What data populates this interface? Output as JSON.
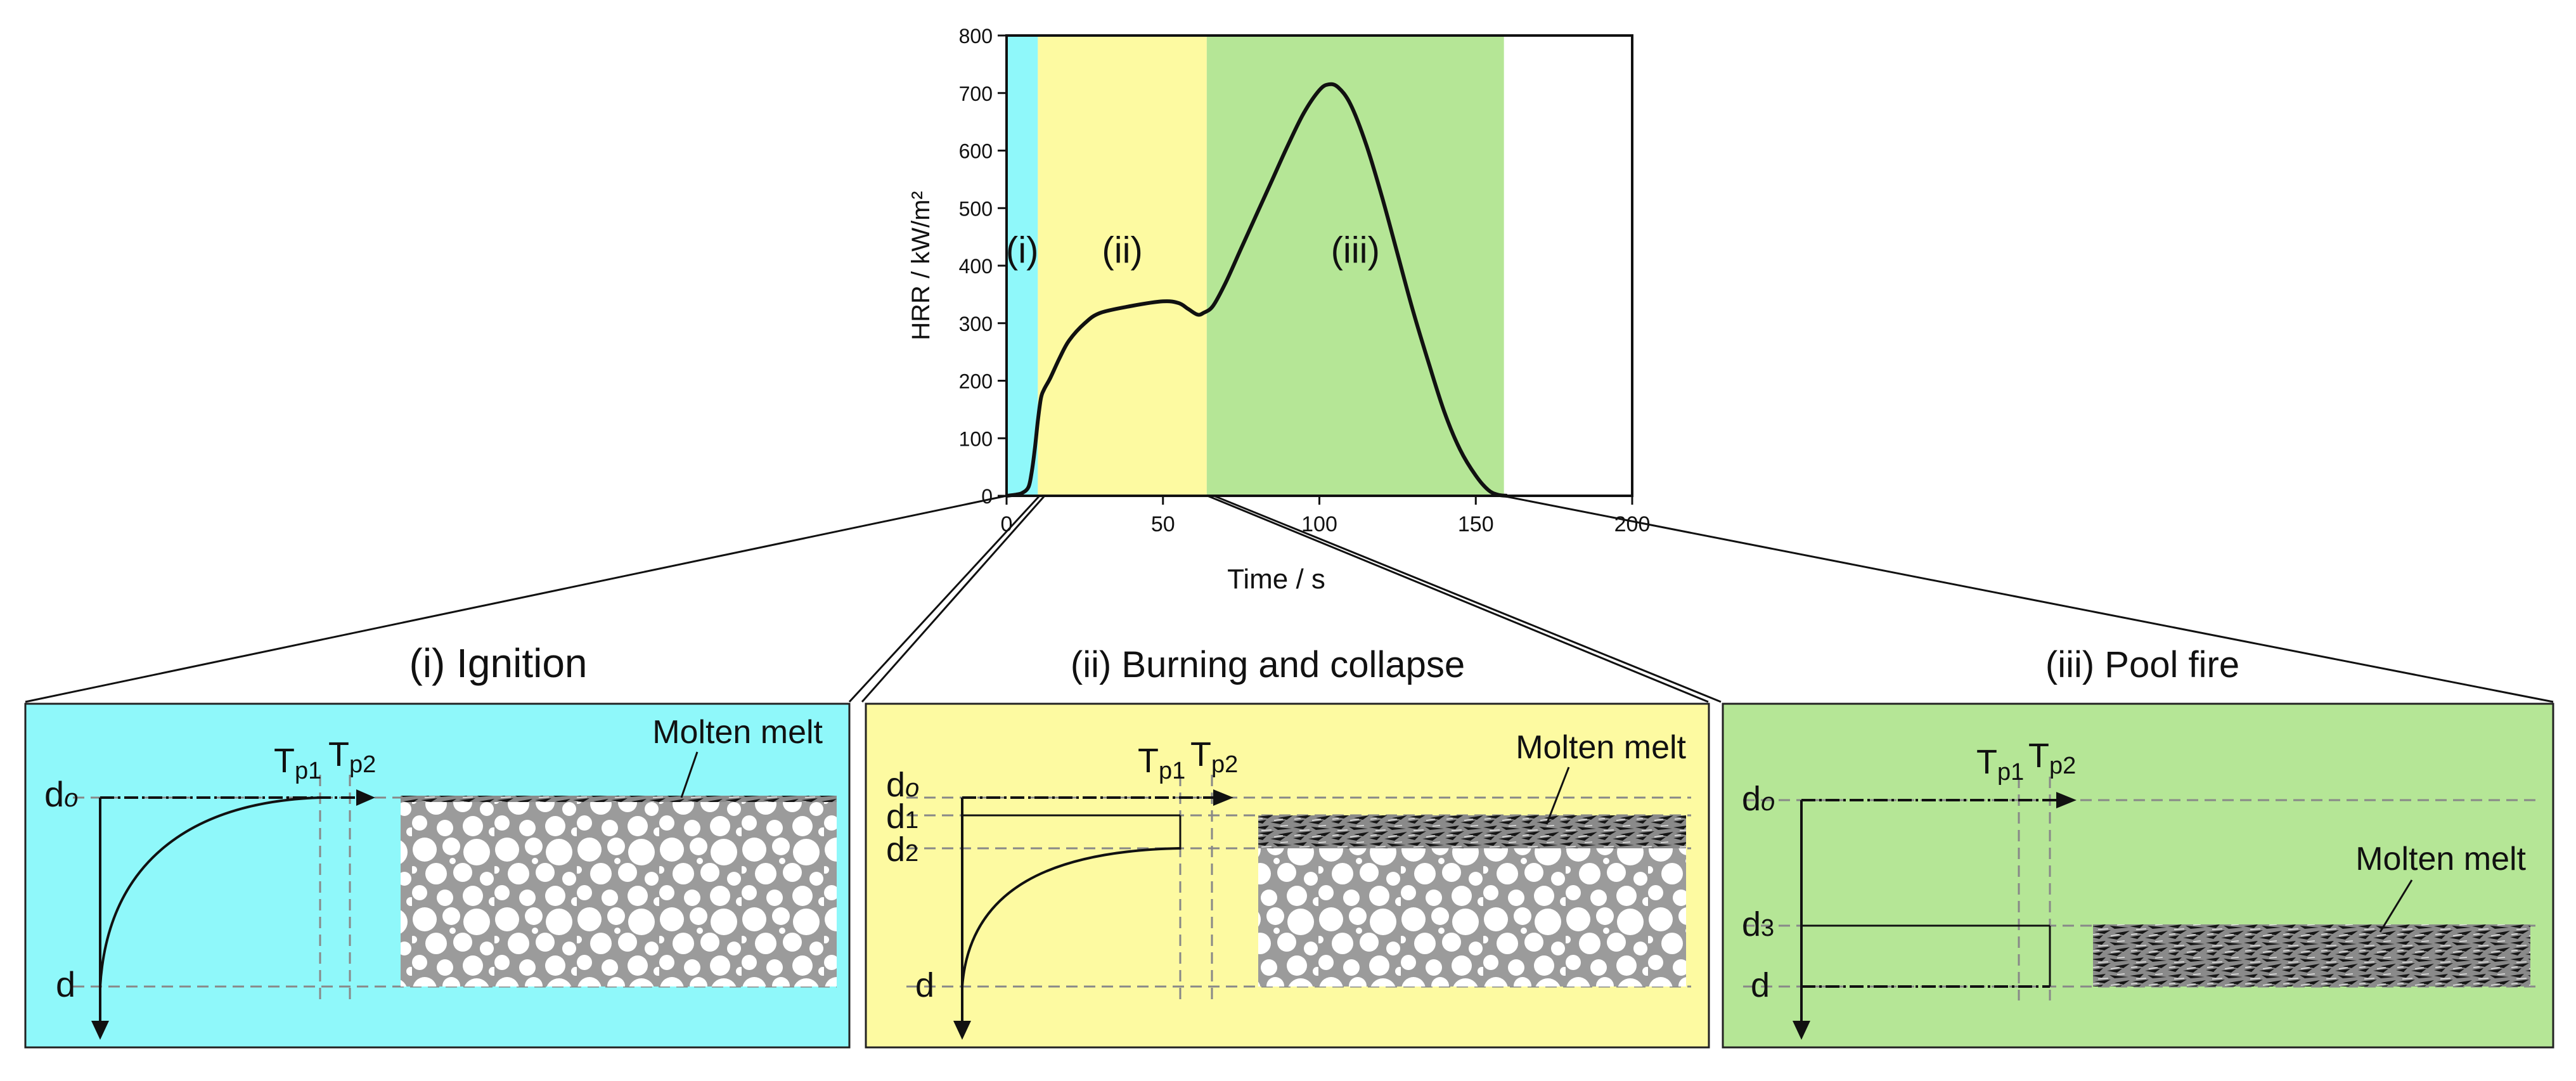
{
  "chart_data": {
    "type": "line",
    "title": "",
    "xlabel": "Time / s",
    "ylabel": "HRR / kW/m²",
    "xlim": [
      0,
      200
    ],
    "ylim": [
      0,
      800
    ],
    "xticks": [
      "0",
      "50",
      "100",
      "150",
      "200"
    ],
    "yticks": [
      "0",
      "100",
      "200",
      "300",
      "400",
      "500",
      "600",
      "700",
      "800"
    ],
    "grid": false,
    "x": [
      0,
      3,
      5,
      7,
      8,
      9,
      10,
      11,
      12,
      14,
      17,
      20,
      25,
      30,
      40,
      50,
      55,
      58,
      61,
      63,
      66,
      70,
      75,
      80,
      85,
      90,
      95,
      100,
      103,
      106,
      110,
      115,
      120,
      125,
      130,
      135,
      140,
      145,
      150,
      154,
      157,
      160
    ],
    "values": [
      0,
      2,
      5,
      15,
      40,
      80,
      130,
      170,
      185,
      205,
      240,
      270,
      300,
      318,
      330,
      338,
      335,
      325,
      315,
      318,
      330,
      370,
      430,
      490,
      550,
      610,
      665,
      705,
      715,
      710,
      680,
      610,
      520,
      420,
      320,
      230,
      145,
      80,
      35,
      10,
      2,
      0
    ],
    "regions": [
      {
        "label": "(i)",
        "from": 0,
        "to": 10,
        "color": "#8ff8fa"
      },
      {
        "label": "(ii)",
        "from": 10,
        "to": 64,
        "color": "#fdfaa1"
      },
      {
        "label": "(iii)",
        "from": 64,
        "to": 159,
        "color": "#b5e696"
      }
    ]
  },
  "panels": [
    {
      "title": "(i) Ignition",
      "bg": "#8ff8fa",
      "tp1": "T",
      "tp1_sub": "p1",
      "tp2": "T",
      "tp2_sub": "p2",
      "labels": [
        "d",
        "d"
      ],
      "label_subs": [
        "o",
        ""
      ],
      "melt_label": "Molten melt"
    },
    {
      "title": "(ii) Burning and collapse",
      "bg": "#fdfaa1",
      "tp1": "T",
      "tp1_sub": "p1",
      "tp2": "T",
      "tp2_sub": "p2",
      "labels": [
        "d",
        "d",
        "d",
        "d"
      ],
      "label_subs": [
        "o",
        "1",
        "2",
        ""
      ],
      "melt_label": "Molten melt"
    },
    {
      "title": "(iii) Pool fire",
      "bg": "#b5e696",
      "tp1": "T",
      "tp1_sub": "p1",
      "tp2": "T",
      "tp2_sub": "p2",
      "labels": [
        "d",
        "d",
        "d"
      ],
      "label_subs": [
        "o",
        "3",
        ""
      ],
      "melt_label": "Molten melt"
    }
  ]
}
